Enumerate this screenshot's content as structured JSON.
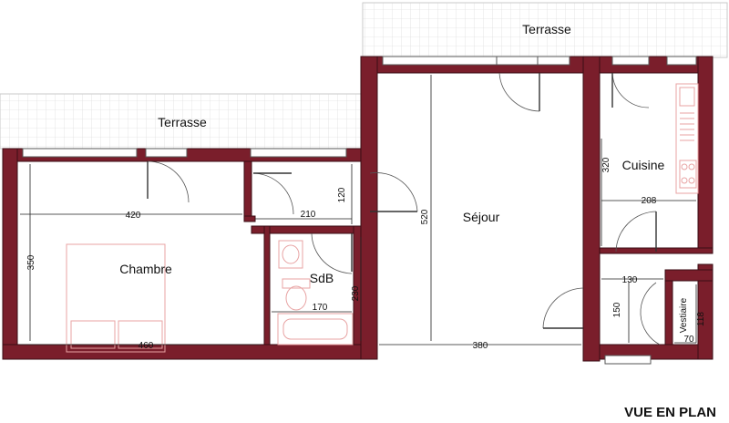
{
  "plan": {
    "title": "VUE EN PLAN",
    "rooms": {
      "sejour": "Séjour",
      "chambre": "Chambre",
      "cuisine": "Cuisine",
      "sdb": "SdB",
      "vestiaire": "Vestiaire"
    },
    "terraces": {
      "left": "Terrasse",
      "right": "Terrasse"
    },
    "dimensions": {
      "chambre_width": "420",
      "chambre_height": "350",
      "chambre_bottom": "460",
      "hall_width": "210",
      "hall_height": "120",
      "sdb_width": "170",
      "sdb_height": "230",
      "sejour_height": "520",
      "sejour_bottom": "380",
      "cuisine_height": "320",
      "cuisine_width": "208",
      "entry_width": "130",
      "entry_height": "150",
      "vestiaire_height": "118",
      "vestiaire_width": "70"
    },
    "colors": {
      "wall": "#7a1e2b",
      "furniture": "#e8a3a3",
      "terrace_grid": "#d6d6d6"
    }
  }
}
